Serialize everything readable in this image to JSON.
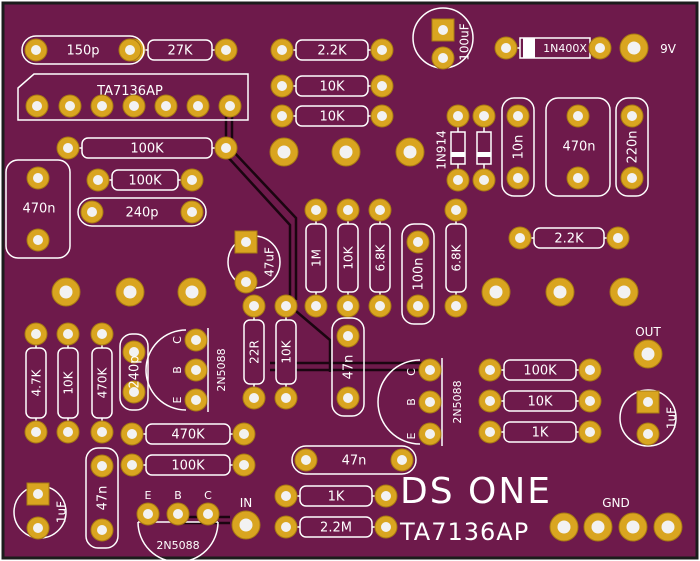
{
  "pcb": {
    "title": "DS ONE",
    "subtitle": "TA7136AP",
    "colors": {
      "board": "#6e1a4b",
      "edge": "#1c1c1c",
      "copper": "#d9a520",
      "copper_dark": "#a87a12",
      "hole": "#f2f2f2",
      "silk": "#ffffff",
      "trace": "#1a0510"
    },
    "labels": {
      "ic": "TA7136AP",
      "out": "OUT",
      "in": "IN",
      "gnd": "GND",
      "power": "9V"
    },
    "resistors_h": [
      {
        "label": "27K"
      },
      {
        "label": "2.2K"
      },
      {
        "label": "10K"
      },
      {
        "label": "10K"
      },
      {
        "label": "100K"
      },
      {
        "label": "100K"
      },
      {
        "label": "2.2K"
      },
      {
        "label": "470K"
      },
      {
        "label": "100K"
      },
      {
        "label": "100K"
      },
      {
        "label": "10K"
      },
      {
        "label": "1K"
      },
      {
        "label": "1K"
      },
      {
        "label": "2.2M"
      }
    ],
    "resistors_v": [
      {
        "label": "1M"
      },
      {
        "label": "10K"
      },
      {
        "label": "6.8K"
      },
      {
        "label": "6.8K"
      },
      {
        "label": "22R"
      },
      {
        "label": "10K"
      },
      {
        "label": "4.7K"
      },
      {
        "label": "10K"
      },
      {
        "label": "470K"
      }
    ],
    "caps_film_h": [
      {
        "label": "150p"
      },
      {
        "label": "240p"
      },
      {
        "label": "47n"
      }
    ],
    "caps_film_v": [
      {
        "label": "470n"
      },
      {
        "label": "10n"
      },
      {
        "label": "470n"
      },
      {
        "label": "220n"
      },
      {
        "label": "100n"
      },
      {
        "label": "240p"
      },
      {
        "label": "47n"
      },
      {
        "label": "47n"
      }
    ],
    "caps_elec": [
      {
        "label": "100uF"
      },
      {
        "label": "47uF"
      },
      {
        "label": "1uF"
      },
      {
        "label": "1uF"
      }
    ],
    "diodes": [
      {
        "label": "1N400X"
      },
      {
        "label": "1N914"
      }
    ],
    "transistors": [
      {
        "label": "2N5088",
        "pins": [
          "C",
          "B",
          "E"
        ]
      },
      {
        "label": "2N5088",
        "pins": [
          "C",
          "B",
          "E"
        ]
      },
      {
        "label": "2N5088",
        "pins": [
          "E",
          "B",
          "C"
        ]
      }
    ]
  }
}
